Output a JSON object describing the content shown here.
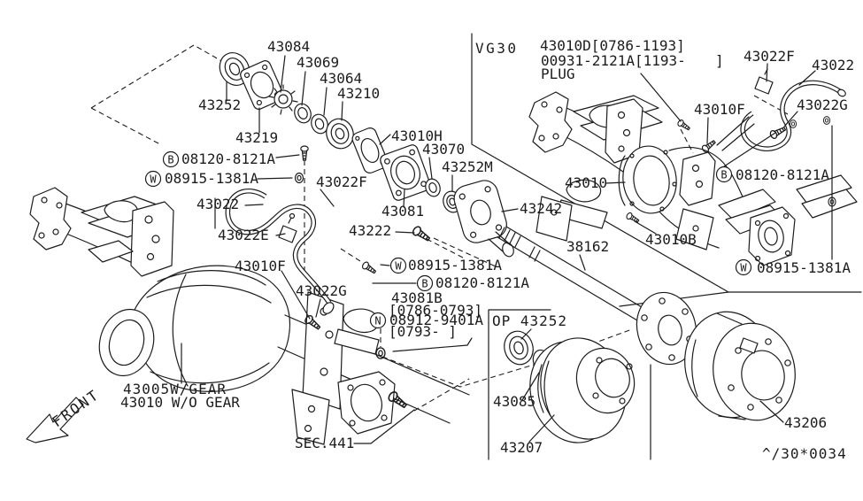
{
  "page": {
    "background": "#ffffff",
    "ink": "#1c1c1c",
    "footer_code": "^/30*0034"
  },
  "section": {
    "engine_code": "VG30",
    "front_label": "FRONT",
    "sec_ref": "SEC.441",
    "option_label": "OP 43252",
    "assy_with_gear": "43005W/GEAR",
    "assy_without_gear": "43010 W/O GEAR"
  },
  "plug_note": {
    "line1": "43010D[0786-1193]",
    "line2": "00931-2121A[1193-",
    "line2_close": "]",
    "line3": "PLUG"
  },
  "ranges": {
    "label": "43081B",
    "r1": "[0786-0793]",
    "r2": "[0793-   ]"
  },
  "fasteners": {
    "bolt_letter": "B",
    "bolt_code": "08120-8121A",
    "washer_letter": "W",
    "washer_code": "08915-1381A",
    "nut_letter": "N",
    "nut_code": "08912-9401A"
  },
  "parts": {
    "p43252": "43252",
    "p43219": "43219",
    "p43084": "43084",
    "p43069": "43069",
    "p43064": "43064",
    "p43210": "43210",
    "p43010h": "43010H",
    "p43070": "43070",
    "p43252m": "43252M",
    "p43081": "43081",
    "p43242": "43242",
    "p43022": "43022",
    "p43022e": "43022E",
    "p43022f": "43022F",
    "p43022g": "43022G",
    "p43010f": "43010F",
    "p43222": "43222",
    "p43010": "43010",
    "p43010b": "43010B",
    "p38162": "38162",
    "p43085": "43085",
    "p43207": "43207",
    "p43206": "43206"
  }
}
